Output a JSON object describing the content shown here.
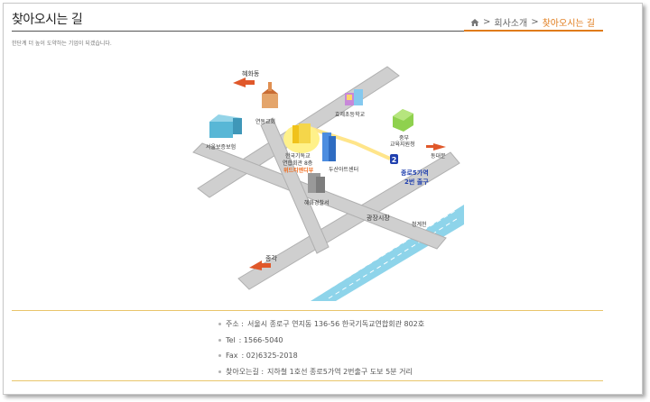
{
  "page": {
    "title": "찾아오시는 길",
    "subtitle": "한단계 더 높이 도약하는 기업이 되겠습니다.",
    "accent_color": "#e07b1a"
  },
  "breadcrumb": {
    "home_icon": "home-icon",
    "separator": ">",
    "items": [
      "회사소개",
      "찾아오시는 길"
    ]
  },
  "map": {
    "labels": {
      "hyehwa_top": "혜화동",
      "church": "연동교회",
      "insurance": "서울보증보험",
      "school": "효제초등학교",
      "office_line1": "중부",
      "office_line2": "교육지원청",
      "dongdaemun": "동대문",
      "hq_line1": "한국기독교",
      "hq_line2": "연합회관 8층",
      "hq_line3": "위드티엔디부",
      "doosan": "두산아트센터",
      "station_line1": "종로5가역",
      "station_line2": "2번 출구",
      "station_badge": "2",
      "police": "혜화경찰서",
      "market": "광장시장",
      "stream": "청계천",
      "jonggak": "종각"
    }
  },
  "info": {
    "address_label": "주소 :",
    "address": "서울시 종로구 연지동 136-56 한국기독교연합회관 802호",
    "tel_label": "Tel",
    "tel": ": 1566-5040",
    "fax_label": "Fax",
    "fax": ": 02)6325-2018",
    "directions_label": "찾아오는길 :",
    "directions": "지하철 1호선 종로5가역 2번출구 도보 5분 거리"
  }
}
